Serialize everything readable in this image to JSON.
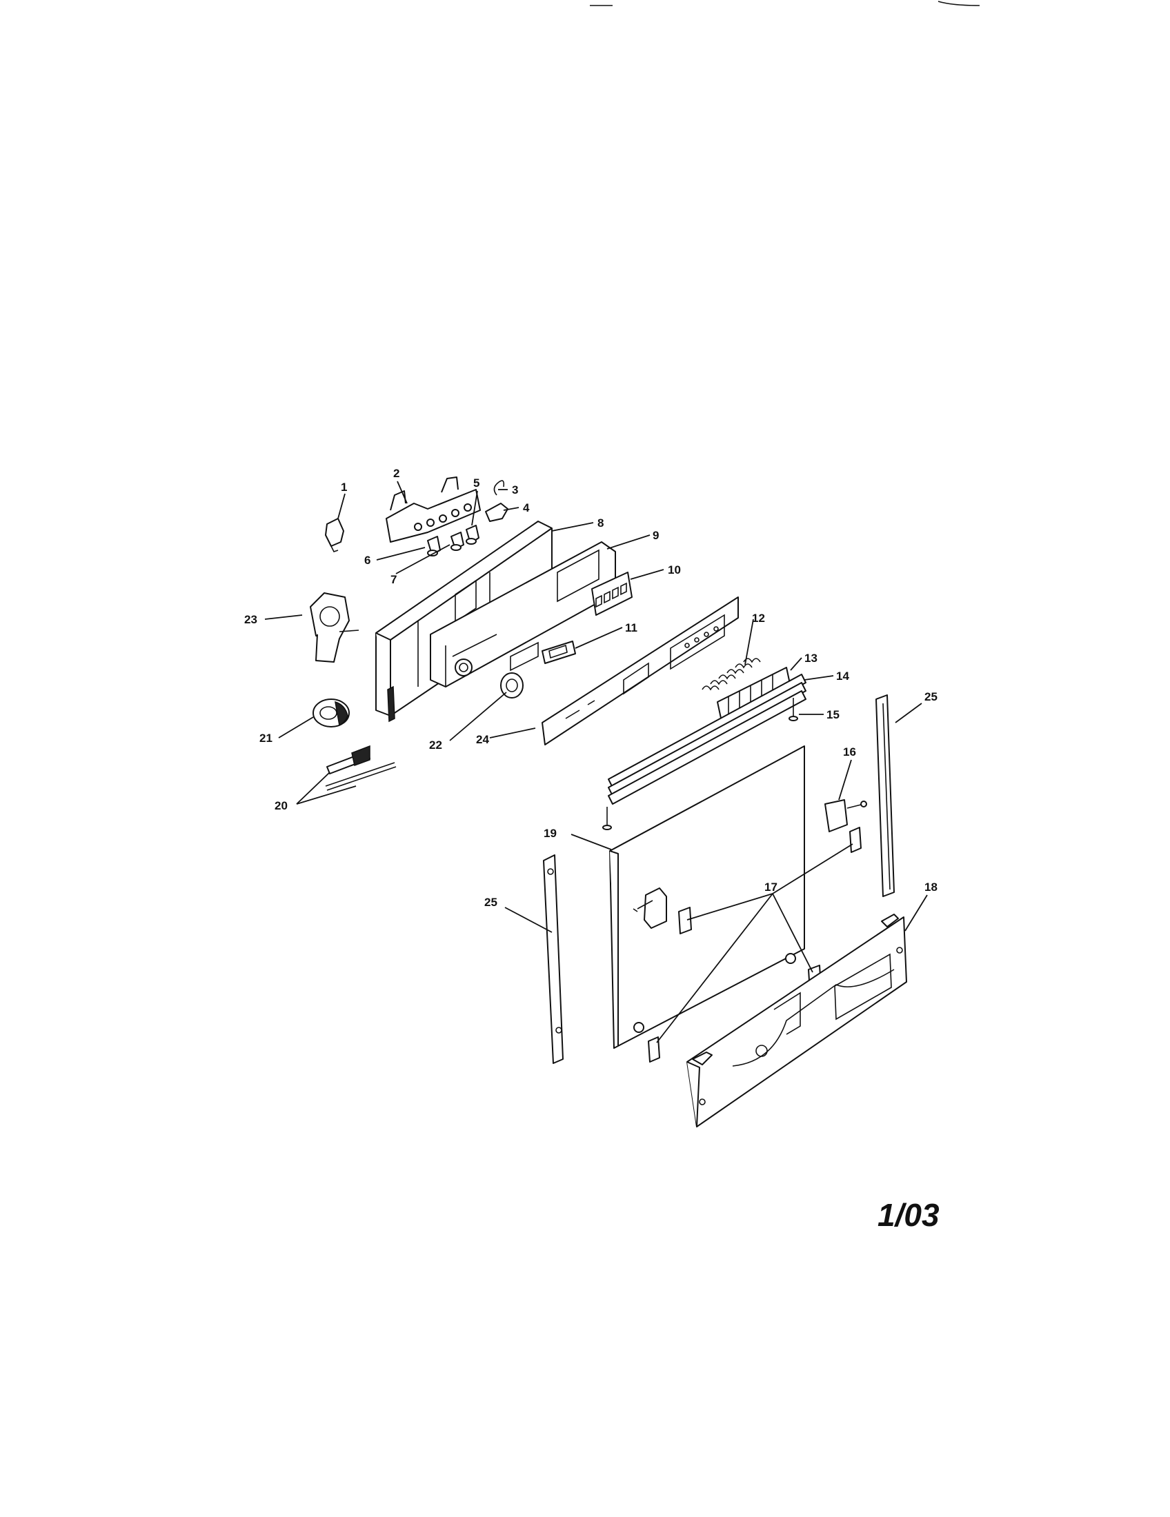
{
  "page_code": "1/03",
  "callouts": [
    "1",
    "2",
    "3",
    "4",
    "5",
    "6",
    "7",
    "8",
    "9",
    "10",
    "11",
    "12",
    "13",
    "14",
    "15",
    "16",
    "17",
    "18",
    "19",
    "20",
    "21",
    "22",
    "23",
    "24",
    "25",
    "25",
    "17",
    "17",
    "17",
    "20"
  ],
  "parts": [
    {
      "number": "1"
    },
    {
      "number": "2"
    },
    {
      "number": "3"
    },
    {
      "number": "4"
    },
    {
      "number": "5"
    },
    {
      "number": "6"
    },
    {
      "number": "7"
    },
    {
      "number": "8"
    },
    {
      "number": "9"
    },
    {
      "number": "10"
    },
    {
      "number": "11"
    },
    {
      "number": "12"
    },
    {
      "number": "13"
    },
    {
      "number": "14"
    },
    {
      "number": "15"
    },
    {
      "number": "16"
    },
    {
      "number": "17"
    },
    {
      "number": "18"
    },
    {
      "number": "19"
    },
    {
      "number": "20"
    },
    {
      "number": "21"
    },
    {
      "number": "22"
    },
    {
      "number": "23"
    },
    {
      "number": "24"
    },
    {
      "number": "25"
    }
  ]
}
